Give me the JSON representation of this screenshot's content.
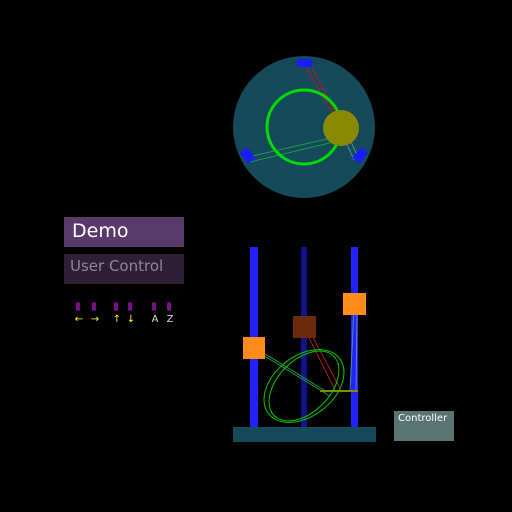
{
  "buttons": {
    "demo": "Demo",
    "user_control": "User Control",
    "controller": "Controller"
  },
  "keys": [
    {
      "glyph": "←",
      "icon": "arrow-left-icon"
    },
    {
      "glyph": "→",
      "icon": "arrow-right-icon"
    },
    {
      "glyph": "↑",
      "icon": "arrow-up-icon"
    },
    {
      "glyph": "↓",
      "icon": "arrow-down-icon"
    },
    {
      "glyph": "A",
      "icon": "key-a-icon"
    },
    {
      "glyph": "Z",
      "icon": "key-z-icon"
    }
  ],
  "colors": {
    "background": "#000000",
    "top_view_disc": "#154a5a",
    "column": "#2222ff",
    "column_dark": "#121288",
    "base": "#154a5a",
    "carriage": "#ff8c1a",
    "effector": "#6b2a0a",
    "ring": "#00cc00",
    "platform": "#8a8a00"
  }
}
